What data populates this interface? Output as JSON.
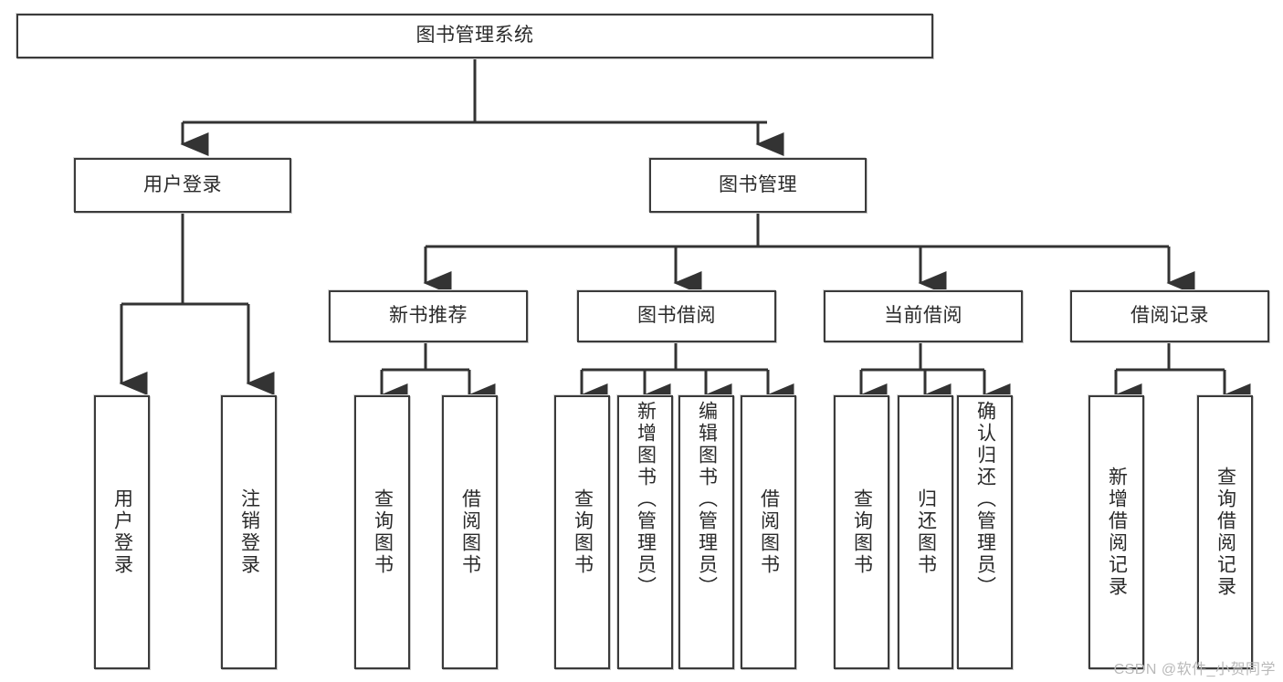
{
  "diagram": {
    "title": "图书管理系统",
    "type": "tree",
    "root": {
      "id": "root",
      "label": "图书管理系统",
      "orientation": "horizontal"
    },
    "level1": [
      {
        "id": "user-login",
        "label": "用户登录",
        "orientation": "horizontal"
      },
      {
        "id": "book-manage",
        "label": "图书管理",
        "orientation": "horizontal"
      }
    ],
    "level2": [
      {
        "id": "new-book-rec",
        "label": "新书推荐",
        "parent": "book-manage",
        "orientation": "horizontal"
      },
      {
        "id": "book-borrow",
        "label": "图书借阅",
        "parent": "book-manage",
        "orientation": "horizontal"
      },
      {
        "id": "current-borrow",
        "label": "当前借阅",
        "parent": "book-manage",
        "orientation": "horizontal"
      },
      {
        "id": "borrow-record",
        "label": "借阅记录",
        "parent": "book-manage",
        "orientation": "horizontal"
      }
    ],
    "leaves": [
      {
        "id": "leaf-user-login",
        "label": "用户登录",
        "parent": "user-login",
        "orientation": "vertical"
      },
      {
        "id": "leaf-user-logout",
        "label": "注销登录",
        "parent": "user-login",
        "orientation": "vertical"
      },
      {
        "id": "leaf-query-book-1",
        "label": "查询图书",
        "parent": "new-book-rec",
        "orientation": "vertical"
      },
      {
        "id": "leaf-borrow-book-1",
        "label": "借阅图书",
        "parent": "new-book-rec",
        "orientation": "vertical"
      },
      {
        "id": "leaf-query-book-2",
        "label": "查询图书",
        "parent": "book-borrow",
        "orientation": "vertical"
      },
      {
        "id": "leaf-add-book",
        "label": "新增图书（管理员）",
        "parent": "book-borrow",
        "orientation": "vertical"
      },
      {
        "id": "leaf-edit-book",
        "label": "编辑图书（管理员）",
        "parent": "book-borrow",
        "orientation": "vertical"
      },
      {
        "id": "leaf-borrow-book-2",
        "label": "借阅图书",
        "parent": "book-borrow",
        "orientation": "vertical"
      },
      {
        "id": "leaf-query-book-3",
        "label": "查询图书",
        "parent": "current-borrow",
        "orientation": "vertical"
      },
      {
        "id": "leaf-return-book",
        "label": "归还图书",
        "parent": "current-borrow",
        "orientation": "vertical"
      },
      {
        "id": "leaf-confirm-return",
        "label": "确认归还（管理员）",
        "parent": "current-borrow",
        "orientation": "vertical"
      },
      {
        "id": "leaf-add-record",
        "label": "新增借阅记录",
        "parent": "borrow-record",
        "orientation": "vertical"
      },
      {
        "id": "leaf-query-record",
        "label": "查询借阅记录",
        "parent": "borrow-record",
        "orientation": "vertical"
      }
    ],
    "colors": {
      "box_border": "#3b3b3b",
      "box_fill": "#ffffff",
      "connector": "#333333",
      "text": "#2a2a2a",
      "watermark": "#b9b9b9",
      "background": "#ffffff"
    }
  },
  "watermark": {
    "text": "CSDN @软件_小贺同学"
  }
}
